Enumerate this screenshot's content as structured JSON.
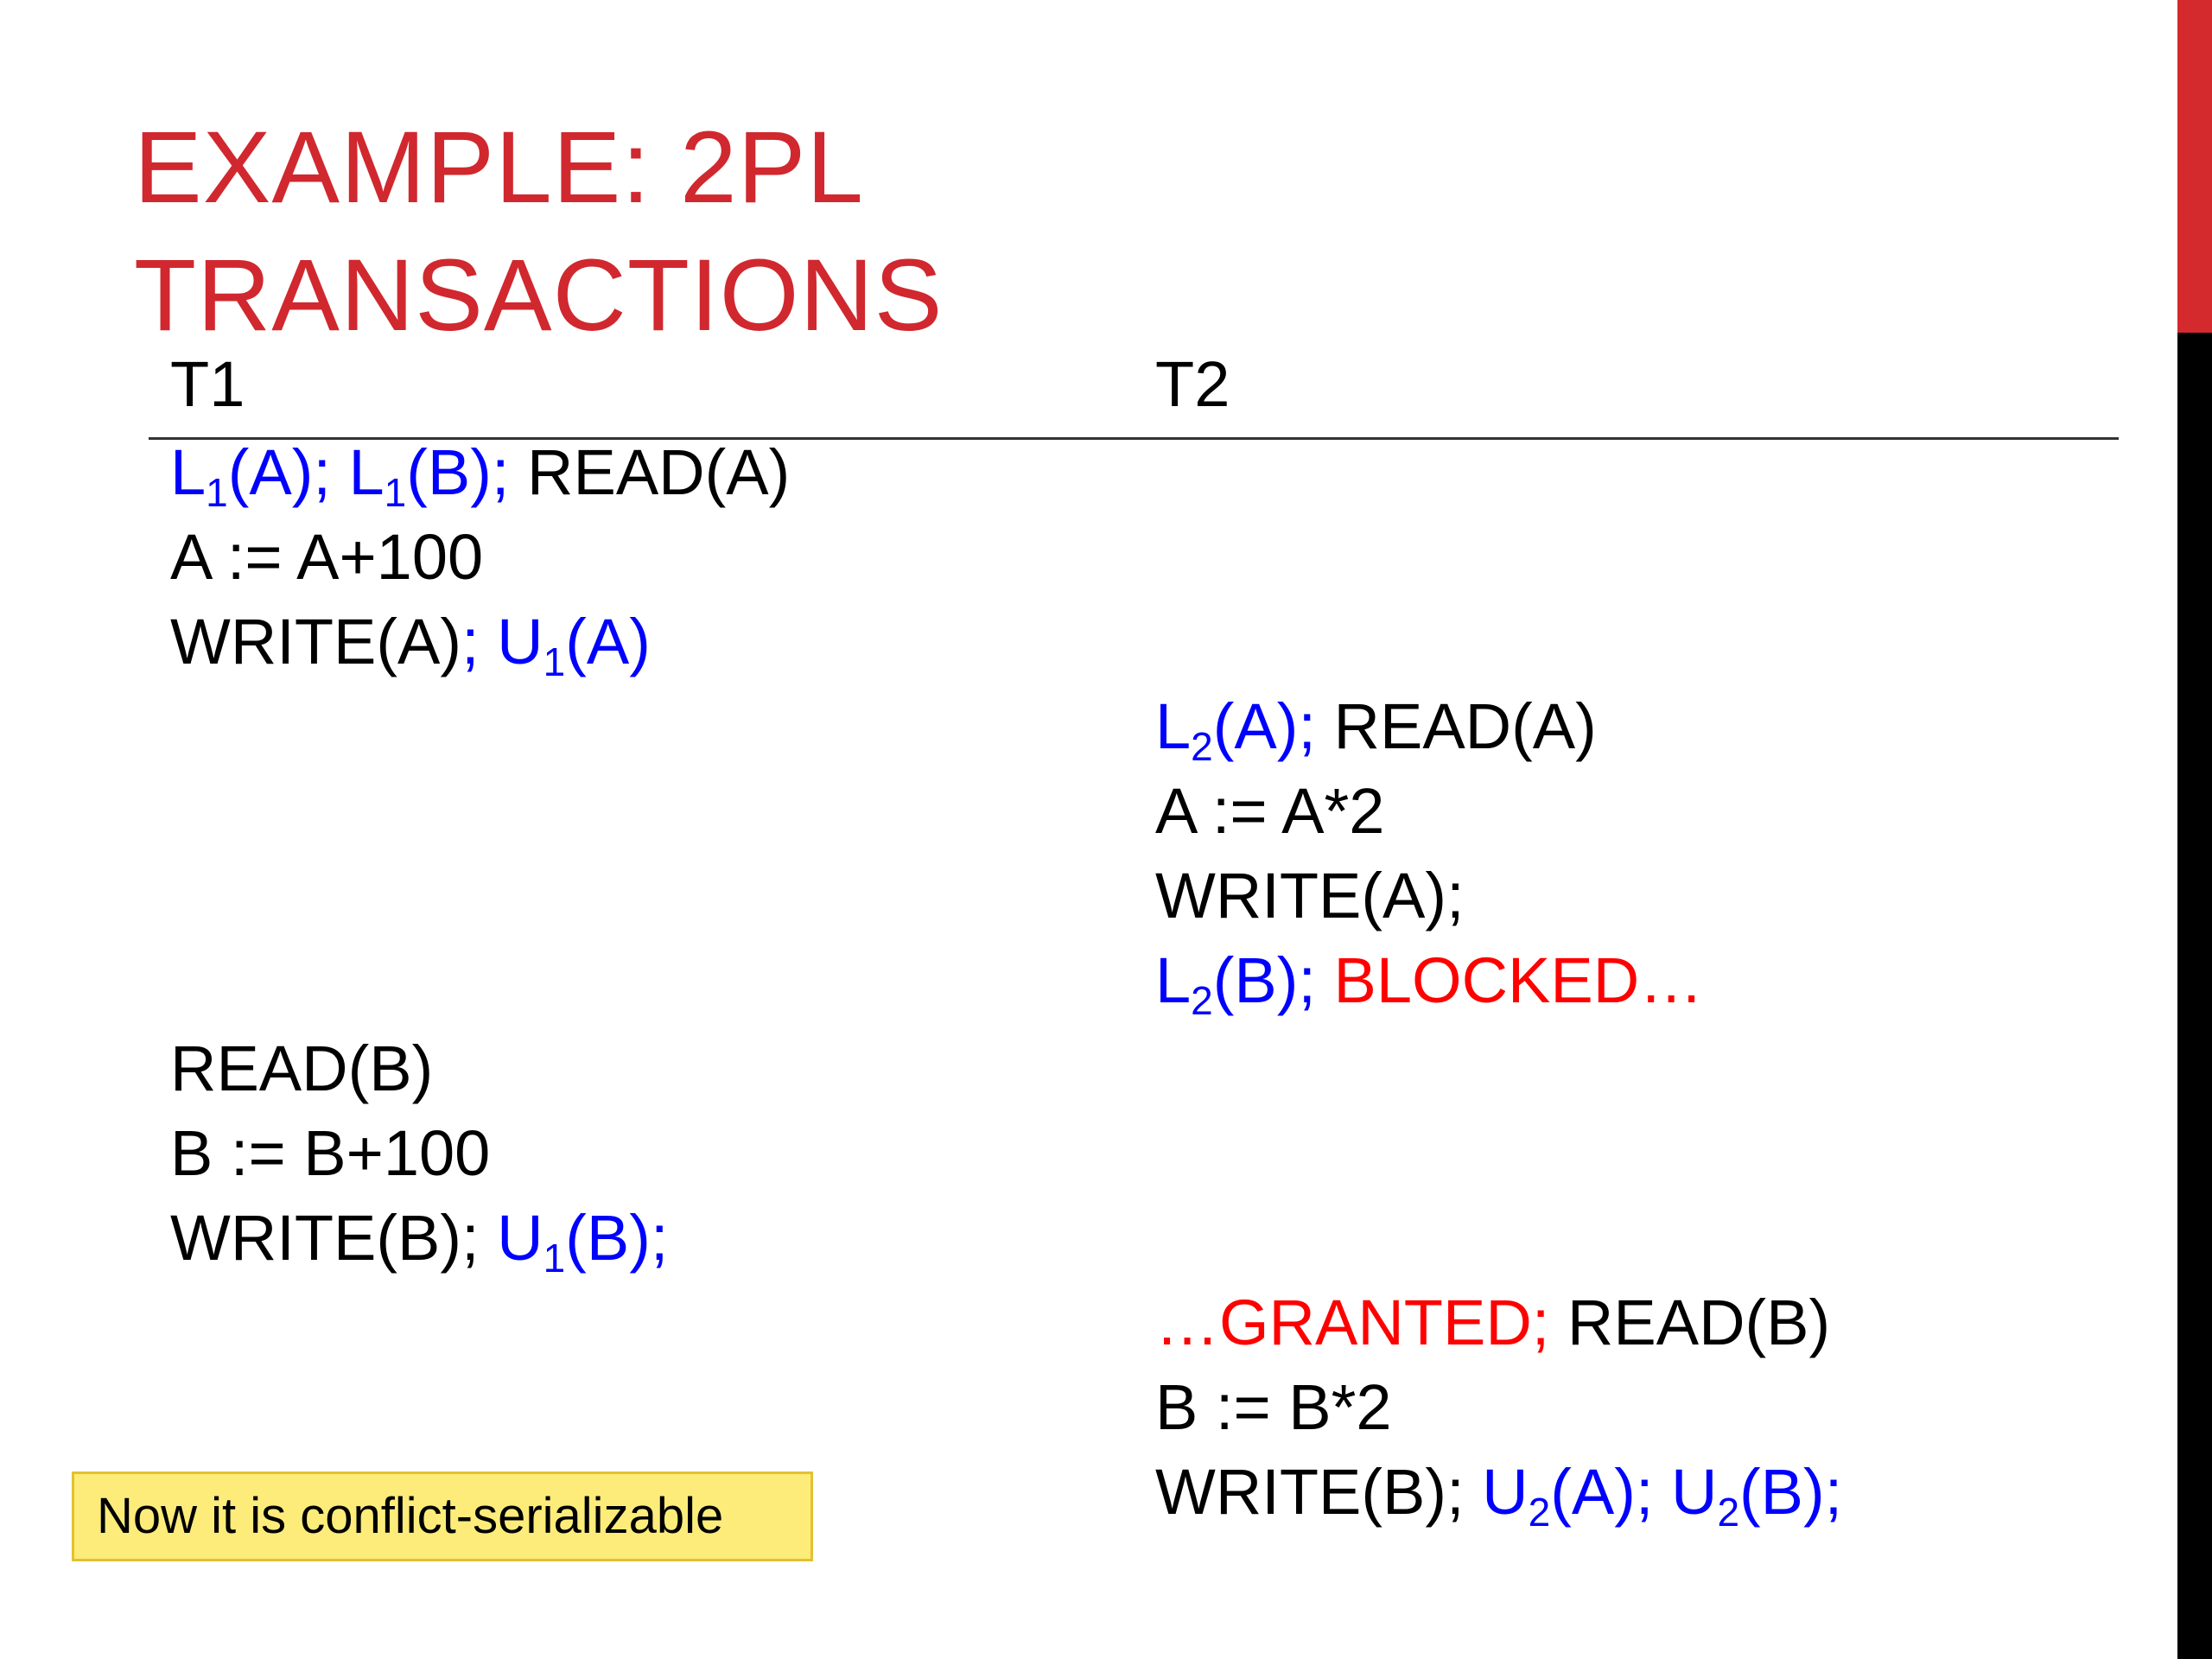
{
  "title": {
    "line1": "EXAMPLE: 2PL",
    "line2": "TRANSACTIONS"
  },
  "columns": {
    "t1": "T1",
    "t2": "T2"
  },
  "t1": {
    "l1": {
      "a": "L",
      "a_sub": "1",
      "a_rest": "(A); ",
      "b": "L",
      "b_sub": "1",
      "b_rest": "(B); ",
      "op": "READ(A)"
    },
    "l2": "A := A+100",
    "l3": {
      "op": "WRITE(A)",
      "u": "; U",
      "u_sub": "1",
      "u_rest": "(A)"
    },
    "l4": "READ(B)",
    "l5": "B := B+100",
    "l6": {
      "op": "WRITE(B); ",
      "u": "U",
      "u_sub": "1",
      "u_rest": "(B);"
    }
  },
  "t2": {
    "l1": {
      "lock": "L",
      "lock_sub": "2",
      "lock_rest": "(A); ",
      "op": "READ(A)"
    },
    "l2": "A := A*2",
    "l3": "WRITE(A);",
    "l4": {
      "lock": "L",
      "lock_sub": "2",
      "lock_rest": "(B); ",
      "status": "BLOCKED…"
    },
    "l5": {
      "status": "…GRANTED; ",
      "op": "READ(B)"
    },
    "l6": "B := B*2",
    "l7": {
      "op": "WRITE(B); ",
      "ua": "U",
      "ua_sub": "2",
      "ua_rest": "(A); ",
      "ub": "U",
      "ub_sub": "2",
      "ub_rest": "(B);"
    }
  },
  "note": "Now it is conflict-serializable",
  "colors": {
    "title": "#d0282e",
    "lock": "#0000ff",
    "status": "#ff0000",
    "note_bg": "#fdec7a"
  }
}
